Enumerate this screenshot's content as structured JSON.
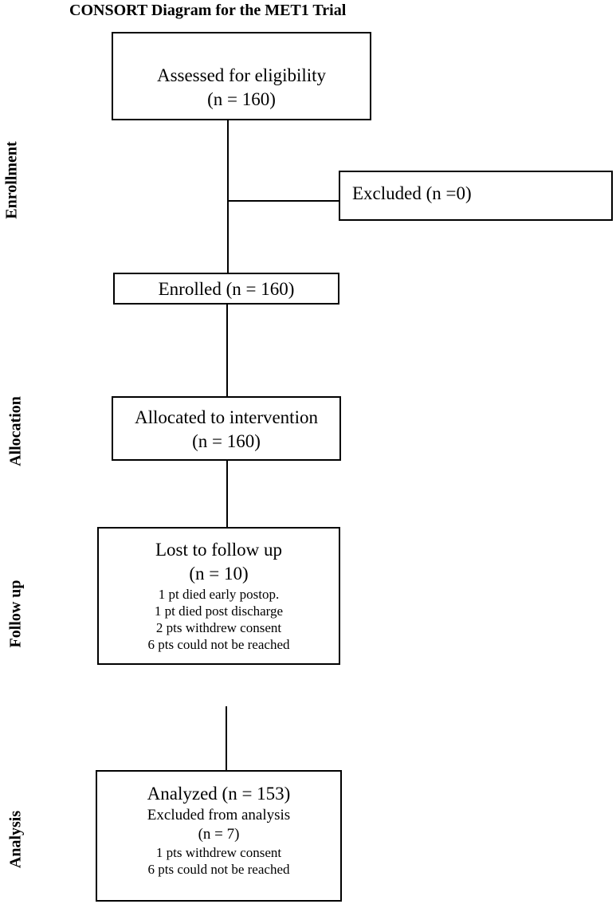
{
  "title": "CONSORT Diagram for the MET1 Trial",
  "phases": {
    "enrollment": "Enrollment",
    "allocation": "Allocation",
    "follow_up": "Follow up",
    "analysis": "Analysis"
  },
  "boxes": {
    "assessed": {
      "line1": "Assessed for eligibility",
      "line2": "(n = 160)"
    },
    "excluded": {
      "line1": "Excluded (n =0)"
    },
    "enrolled": {
      "line1": "Enrolled (n = 160)"
    },
    "allocated": {
      "line1": "Allocated to intervention",
      "line2": "(n = 160)"
    },
    "lost": {
      "line1": "Lost to follow up",
      "line2": "(n = 10)",
      "details": [
        "1 pt died early postop.",
        "1 pt died post discharge",
        "2 pts withdrew consent",
        "6 pts could not be reached"
      ]
    },
    "analyzed": {
      "line1": "Analyzed (n = 153)",
      "line2": "Excluded from analysis",
      "line3": "(n = 7)",
      "details": [
        "1 pts withdrew consent",
        "6 pts could not be reached"
      ]
    }
  }
}
